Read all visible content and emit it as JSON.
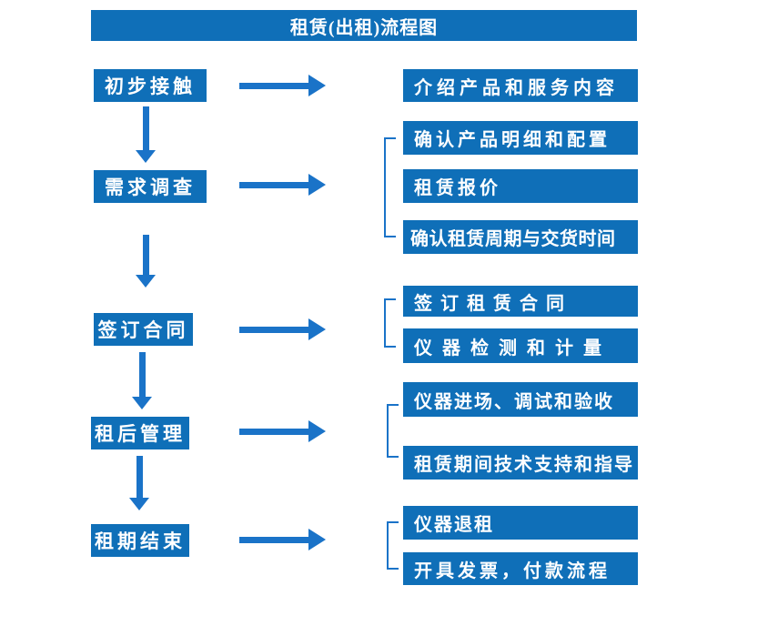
{
  "title": "租赁(出租)流程图",
  "colors": {
    "box_fill": "#0F6FB8",
    "connector_blue": "#1A73C8",
    "text": "#FFFFFF",
    "background": "#FFFFFF"
  },
  "steps": [
    {
      "label": "初步接触",
      "details": [
        "介绍产品和服务内容"
      ]
    },
    {
      "label": "需求调查",
      "details": [
        "确认产品明细和配置",
        "租赁报价",
        "确认租赁周期与交货时间"
      ]
    },
    {
      "label": "签订合同",
      "details": [
        "签订租赁合同",
        "仪器检测和计量"
      ]
    },
    {
      "label": "租后管理",
      "details": [
        "仪器进场、调试和验收",
        "租赁期间技术支持和指导"
      ]
    },
    {
      "label": "租期结束",
      "details": [
        "仪器退租",
        "开具发票，付款流程"
      ]
    }
  ]
}
